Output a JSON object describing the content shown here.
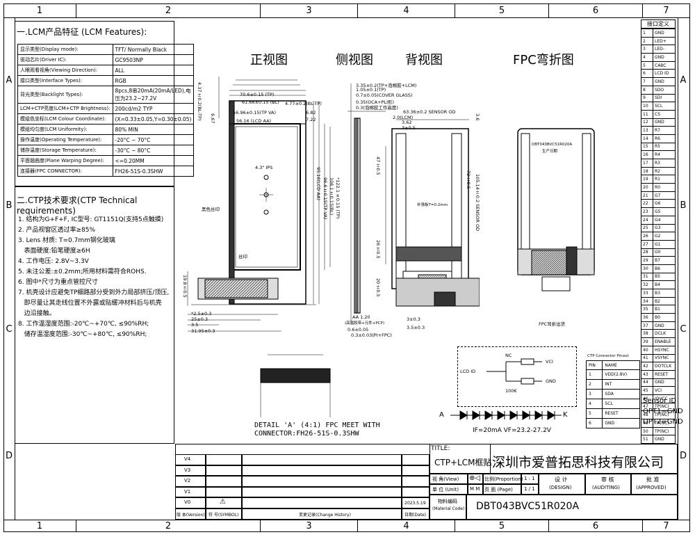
{
  "col_markers": [
    "1",
    "2",
    "3",
    "4",
    "5",
    "6",
    "7"
  ],
  "row_markers": [
    "A",
    "B",
    "C",
    "D"
  ],
  "lcm": {
    "title": "一.LCM产品特征 (LCM Features):",
    "rows": [
      {
        "label": "显示类型(Display mode):",
        "value": "TFT/ Normally Black"
      },
      {
        "label": "驱动芯片(Driver IC):",
        "value": "GC9503NP"
      },
      {
        "label": "人眼观看视角(Viewing Direction):",
        "value": "ALL"
      },
      {
        "label": "接口类型(Interface Types):",
        "value": "RGB"
      },
      {
        "label": "背光类型(Backlight Types):",
        "value": "8pcs,8串20mA(20mA/LED),电压为23.2~27.2V"
      },
      {
        "label": "LCM+CTP亮度(LCM+CTP Brightness):",
        "value": "200cd/m2 TYP"
      },
      {
        "label": "模组色坐标(LCM Colour Coordinate):",
        "value": "(X=0.33±0.05,Y=0.30±0.05)"
      },
      {
        "label": "模组均匀度(LCM Uniformity):",
        "value": "80% MIN"
      },
      {
        "label": "操作温度(Operating Temperature):",
        "value": "-20°C ~ 70°C"
      },
      {
        "label": "储存温度(Storage Temperature):",
        "value": "-30°C ~ 80°C"
      },
      {
        "label": "平面翘曲度(Plane Warping Degree):",
        "value": "<=0.20MM"
      },
      {
        "label": "连接器(FPC CONNECTOR):",
        "value": "FH26-51S-0.3SHW"
      }
    ]
  },
  "ctp": {
    "title": "二.CTP技术要求(CTP Technical requirements)",
    "items": [
      "1. 结构为G+F+F, IC型号: GT1151Q(支持5点触摸)",
      "2. 产品视窗区透过率≥85%",
      "3. Lens 材质: T=0.7mm钢化玻璃",
      "   表面硬度:铅笔硬度≥6H",
      "4. 工作电压: 2.8V~3.3V",
      "5. 未注公差:±0.2mm;所用材料需符合ROHS.",
      "6. 图中*尺寸为重点管控尺寸",
      "7. 机壳设计应避免TP细路部分受到外力局部挤压/顶压,",
      "   即尽量让其走线位置不外露或贴缓冲材料后与机壳",
      "   边沿接触。",
      "8. 工作温湿度范围:-20℃~+70℃, ≤90%RH;",
      "   储存温湿度范围:-30℃~+80℃, ≤90%RH;"
    ]
  },
  "views": {
    "front": "正视图",
    "side": "侧视图",
    "back": "背视图",
    "fpc": "FPC弯折图",
    "fpc_note": "FPC弯折出货"
  },
  "front_dims": {
    "d1": "70.6±0.15 (TP)",
    "d2": "61.66±0.15 (BL)",
    "d3": "56.96±0.15(TP VA)",
    "d4": "56.16 (LCD AA)",
    "d5": "4.77±0.2(BL-TP)",
    "d6": "6.82",
    "d7": "7.22",
    "d8": "4.37±0.2(BL-TP)",
    "d9": "6.67",
    "d10": "*122.1±0.15 (TP)",
    "d11": "106.1±0.15(BL)",
    "d12": "96.6±0.15(TP VA)",
    "d13": "95.16(LCD AA)",
    "d14": "19.8±0.5",
    "d15": "*2.5±0.3",
    "d16": "25±0.3",
    "d17": "3.5",
    "d18": "31.95±0.3",
    "label_black": "黑色丝印",
    "label_silk": "丝印",
    "label_size": "4.3\" IPS"
  },
  "side_dims": {
    "s1": "3.35±0.2(TP+泡棉胶+LCM)",
    "s2": "1.05±0.1(TP)",
    "s3": "0.7±0.05(COVER GLASS)",
    "s4": "0.35(OCA+PLI形)",
    "s5": "0.3(泡棉胶工作高度)",
    "s6": "AA 1.20",
    "s7": "(高温胶带+元件+PCP)",
    "s8": "0.6±0.05",
    "s9": "0.3±0.03(PI+FPC)"
  },
  "back_dims": {
    "b1": "63.36±0.2 SENSOR OD",
    "b2": "2.0(LCM)",
    "b3": "3.62",
    "b4": "3±0.5",
    "b5": "3.6",
    "b6": "105.14±0.2 SENSOR OD",
    "b7": "72±0.5",
    "b8": "47±0.5",
    "b9": "26±0.5",
    "b10": "20±0.5",
    "b11": "3±0.3",
    "b12": "3.5±0.3",
    "b13": "补强板T=0.2mm"
  },
  "fpc_text": [
    "DBT043BVC51R020A",
    "生产日期"
  ],
  "detail": {
    "line1": "DETAIL 'A' (4:1) FPC MEET WITH",
    "line2": "CONNECTOR:FH26-51S-0.3SHW"
  },
  "sensor_circuit": {
    "nc": "NC",
    "vci": "VCI",
    "lcd_id": "LCD ID",
    "gnd": "GND",
    "r": "100K"
  },
  "led": {
    "a": "A",
    "k": "K",
    "spec": "IF=20mA VF=23.2-27.2V"
  },
  "ctp_pinout": {
    "title": "CTP Connector Pinout",
    "header": [
      "PIN",
      "NAME"
    ],
    "rows": [
      [
        "1",
        "VDD(2.8V)"
      ],
      [
        "2",
        "INT"
      ],
      [
        "3",
        "SDA"
      ],
      [
        "4",
        "SCL"
      ],
      [
        "5",
        "RESET"
      ],
      [
        "6",
        "GND"
      ]
    ]
  },
  "sensor_id": {
    "title": "Sensor ID",
    "opt1": "OPT1=GND",
    "opt2": "OPT2=GND"
  },
  "pins": {
    "title": "接口定义",
    "rows": [
      [
        "1",
        "GND"
      ],
      [
        "2",
        "LED+"
      ],
      [
        "3",
        "LED-"
      ],
      [
        "4",
        "GND"
      ],
      [
        "5",
        "CABC"
      ],
      [
        "6",
        "LCD ID"
      ],
      [
        "7",
        "GND"
      ],
      [
        "8",
        "SDO"
      ],
      [
        "9",
        "SDI"
      ],
      [
        "10",
        "SCL"
      ],
      [
        "11",
        "CS"
      ],
      [
        "12",
        "GND"
      ],
      [
        "13",
        "R7"
      ],
      [
        "14",
        "R6"
      ],
      [
        "15",
        "R5"
      ],
      [
        "16",
        "R4"
      ],
      [
        "17",
        "R3"
      ],
      [
        "18",
        "R2"
      ],
      [
        "19",
        "R1"
      ],
      [
        "20",
        "R0"
      ],
      [
        "21",
        "G7"
      ],
      [
        "22",
        "G6"
      ],
      [
        "23",
        "G5"
      ],
      [
        "24",
        "G4"
      ],
      [
        "25",
        "G3"
      ],
      [
        "26",
        "G2"
      ],
      [
        "27",
        "G1"
      ],
      [
        "28",
        "G0"
      ],
      [
        "29",
        "B7"
      ],
      [
        "30",
        "B6"
      ],
      [
        "31",
        "B5"
      ],
      [
        "32",
        "B4"
      ],
      [
        "33",
        "B3"
      ],
      [
        "34",
        "B2"
      ],
      [
        "35",
        "B1"
      ],
      [
        "36",
        "B0"
      ],
      [
        "37",
        "GND"
      ],
      [
        "38",
        "DCLK"
      ],
      [
        "39",
        "ENABLE"
      ],
      [
        "40",
        "HSYNC"
      ],
      [
        "41",
        "VSYNC"
      ],
      [
        "42",
        "DOTCLK"
      ],
      [
        "43",
        "RESET"
      ],
      [
        "44",
        "GND"
      ],
      [
        "45",
        "VCI"
      ],
      [
        "46",
        "IOVCC"
      ],
      [
        "47",
        "TP(NC)"
      ],
      [
        "48",
        "TP(NC)"
      ],
      [
        "49",
        "TP(NC)"
      ],
      [
        "50",
        "TP(NC)"
      ],
      [
        "51",
        "GND"
      ]
    ]
  },
  "title_block": {
    "title_label": "TITLE:",
    "title_value": "CTP+LCM框贴",
    "company": "深圳市爱普拓思科技有限公司",
    "view_label": "视 角(View)",
    "unit_label": "单 位 (Unit)",
    "unit_value": "M M",
    "proportion_label": "比例(Proportion)",
    "proportion_value": "1 : 1",
    "page_label": "页 面 (Page)",
    "page_value": "1 / 1",
    "design": "设 计",
    "design_en": "(DESIGN)",
    "audit": "审 核",
    "audit_en": "(AUDITING)",
    "approve": "批 准",
    "approve_en": "(APPROVED)",
    "material_label": "物料编码",
    "material_label_en": "(Material Code)",
    "material_value": "DBT043BVC51R020A",
    "versions": [
      "V4",
      "V3",
      "V2",
      "V1",
      "V0"
    ],
    "version_hdr": "版 本(Version)",
    "symbol_hdr": "符 号(SYMBOL)",
    "history_hdr": "变更记录(Change History)",
    "date_hdr": "日期(Date)",
    "date_value": "2023.5.19"
  }
}
